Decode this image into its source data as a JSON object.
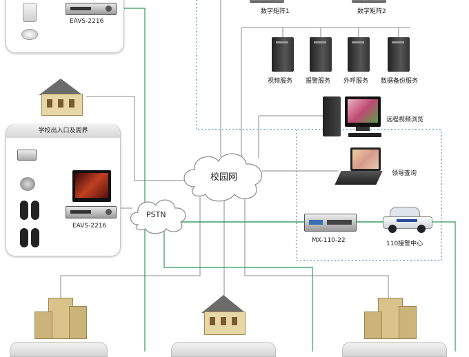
{
  "top": {
    "dvr_label": "EAVS-2216",
    "matrix1_label": "数字矩阵1",
    "matrix2_label": "数字矩阵2"
  },
  "servers": [
    {
      "label": "视频服务"
    },
    {
      "label": "报警服务"
    },
    {
      "label": "外呼服务"
    },
    {
      "label": "数据备份服务"
    }
  ],
  "clients": {
    "remote_view": "远程视频浏览",
    "leader_query": "领导查询"
  },
  "network": {
    "campus_net": "校园网",
    "pstn": "PSTN"
  },
  "school_panel": {
    "title": "学校出入口及周界",
    "dvr_label": "EAVS-2216"
  },
  "alarm": {
    "device_label": "MX-110-22",
    "center_label": "110接警中心"
  },
  "bottom_tabs": [
    {
      "label": ""
    },
    {
      "label": ""
    },
    {
      "label": ""
    }
  ],
  "colors": {
    "green_line": "#2e9a5a",
    "gray_line": "#8a8a8a",
    "dotted_border": "#4a90d9"
  }
}
